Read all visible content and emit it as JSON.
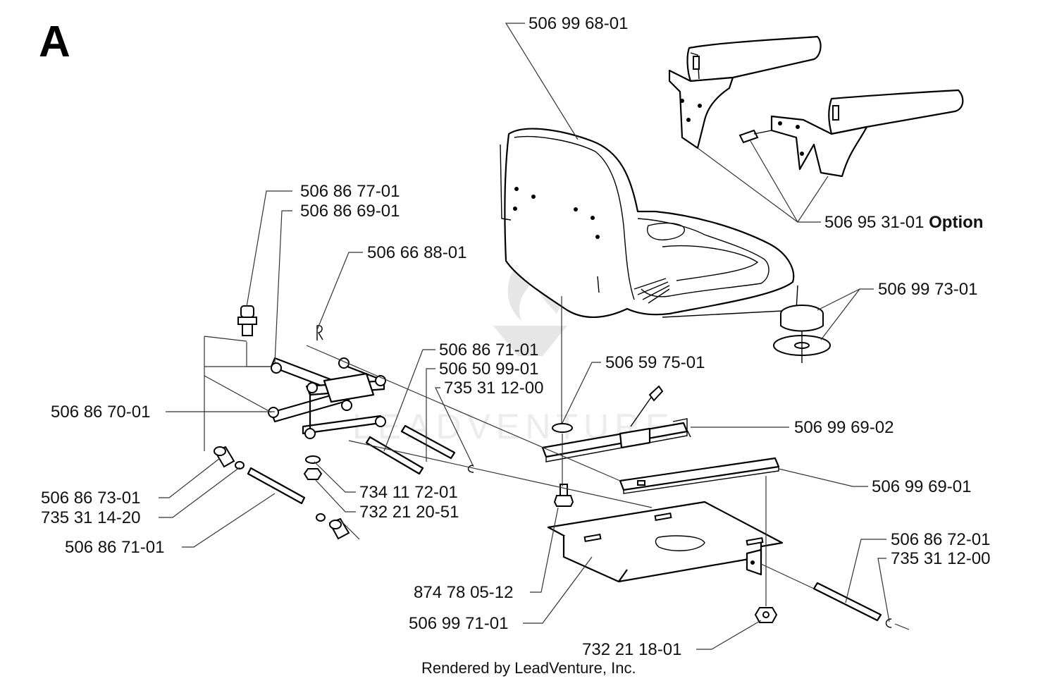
{
  "section": "A",
  "credit": "Rendered by LeadVenture, Inc.",
  "watermark": "LEADVENTURE",
  "callouts": [
    {
      "id": "seat",
      "number": "506 99 68-01"
    },
    {
      "id": "armrest-option",
      "number": "506 95 31-01",
      "suffix": "Option"
    },
    {
      "id": "bumper-top",
      "number": "506 86 77-01"
    },
    {
      "id": "linkage-pin",
      "number": "506 86 69-01"
    },
    {
      "id": "spring-r",
      "number": "506 66 88-01"
    },
    {
      "id": "grommet",
      "number": "506 99 73-01"
    },
    {
      "id": "rod-long",
      "number": "506 86 71-01"
    },
    {
      "id": "rod-short",
      "number": "506 50 99-01"
    },
    {
      "id": "clip-upper",
      "number": "735 31 12-00"
    },
    {
      "id": "washer-upper",
      "number": "506 59 75-01"
    },
    {
      "id": "linkage",
      "number": "506 86 70-01"
    },
    {
      "id": "rail-upper",
      "number": "506 99 69-02"
    },
    {
      "id": "bushing",
      "number": "506 86 73-01"
    },
    {
      "id": "washer-nut",
      "number": "734 11 72-01"
    },
    {
      "id": "rail-lower",
      "number": "506 99 69-01"
    },
    {
      "id": "clip-lower-left",
      "number": "735 31 14-20"
    },
    {
      "id": "nut-lower-left",
      "number": "732 21 20-51"
    },
    {
      "id": "rod-lower-left",
      "number": "506 86 71-01"
    },
    {
      "id": "rod-lower-right",
      "number": "506 86 72-01"
    },
    {
      "id": "clip-lower-right",
      "number": "735 31 12-00"
    },
    {
      "id": "bolt",
      "number": "874 78 05-12"
    },
    {
      "id": "base-plate",
      "number": "506 99 71-01"
    },
    {
      "id": "nut-lower-right",
      "number": "732 21 18-01"
    }
  ]
}
